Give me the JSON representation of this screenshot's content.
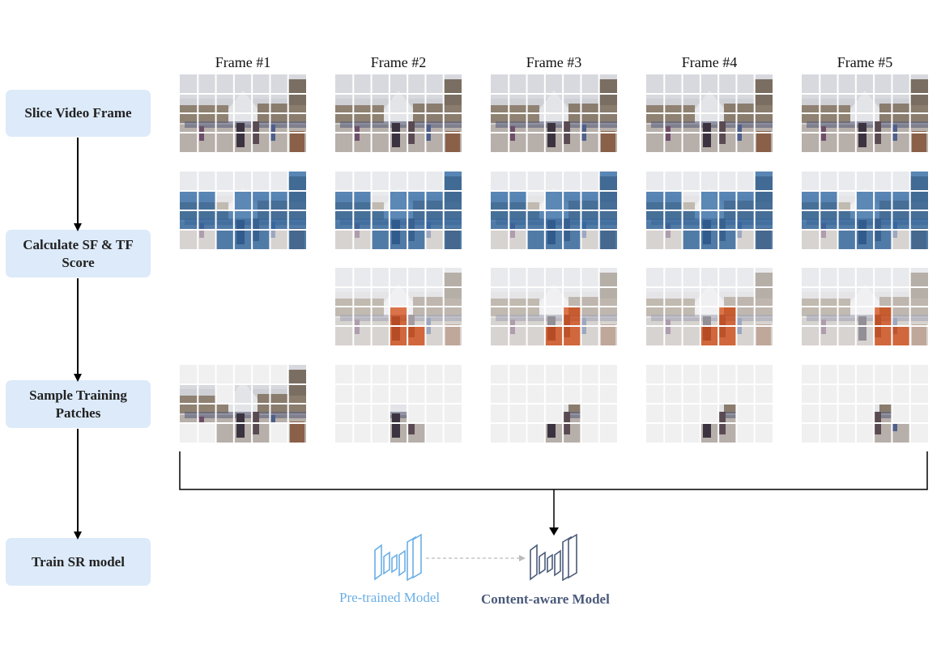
{
  "steps": [
    {
      "label": "Slice Video Frame"
    },
    {
      "label": "Calculate SF & TF Score"
    },
    {
      "label": "Sample Training Patches"
    },
    {
      "label": "Train SR model"
    }
  ],
  "frames": [
    "Frame #1",
    "Frame #2",
    "Frame #3",
    "Frame #4",
    "Frame #5"
  ],
  "models": {
    "pretrained_label": "Pre-trained Model",
    "content_aware_label": "Content-aware Model"
  },
  "colors": {
    "step_box": "#dceaf9",
    "spatial_highlight": "#2f6aa6",
    "temporal_highlight": "#d9531e",
    "pretrained": "#6aaee6",
    "content_aware": "#4a5a7a"
  }
}
